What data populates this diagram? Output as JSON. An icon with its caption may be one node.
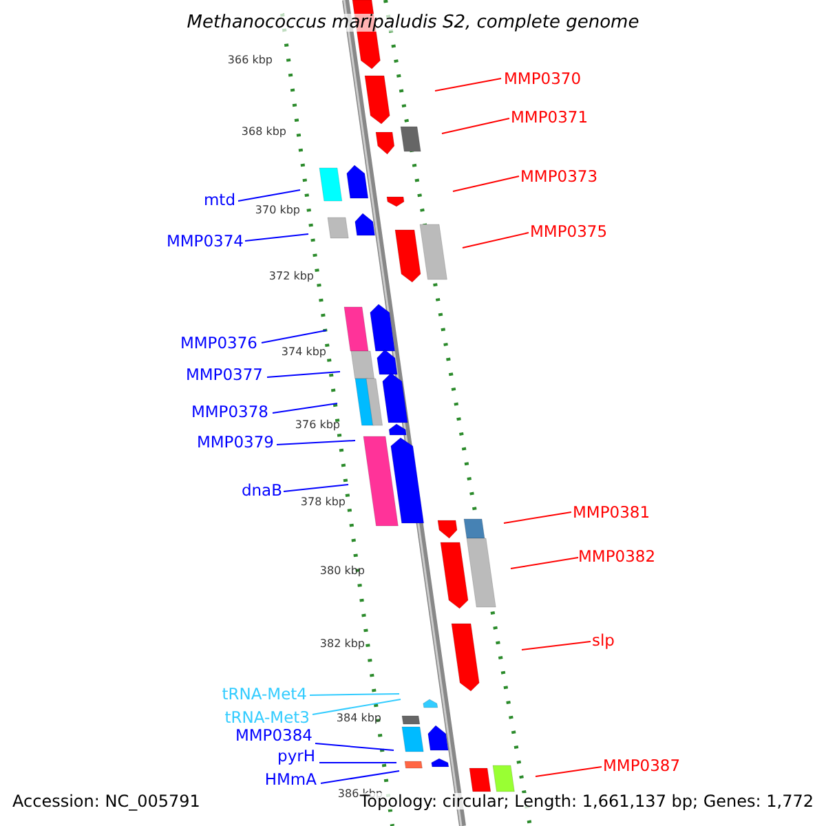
{
  "diagram": {
    "title": "Methanococcus maripaludis S2, complete genome",
    "nodes": [
      {
        "text": [
          "MMP0370"
        ]
      },
      {
        "text": [
          "MMP0371"
        ]
      },
      {
        "text": [
          "MMP0373"
        ]
      },
      {
        "text": [
          "MMP0375"
        ]
      },
      {
        "text": [
          "mtd"
        ]
      },
      {
        "text": [
          "MMP0374"
        ]
      },
      {
        "text": [
          "MMP0376"
        ]
      },
      {
        "text": [
          "MMP0377"
        ]
      },
      {
        "text": [
          "MMP0378"
        ]
      },
      {
        "text": [
          "MMP0379"
        ]
      },
      {
        "text": [
          "dnaB"
        ]
      },
      {
        "text": [
          "MMP0381"
        ]
      },
      {
        "text": [
          "MMP0382"
        ]
      },
      {
        "text": [
          "slp"
        ]
      },
      {
        "text": [
          "tRNA-Met4"
        ]
      },
      {
        "text": [
          "tRNA-Met3"
        ]
      },
      {
        "text": [
          "MMP0384"
        ]
      },
      {
        "text": [
          "pyrH"
        ]
      },
      {
        "text": [
          "HMmA"
        ]
      },
      {
        "text": [
          "MMP0387"
        ]
      }
    ],
    "edges": [
      {
        "from": 0,
        "to": null,
        "arrow": "none",
        "color": "#ff0000"
      },
      {
        "from": 1,
        "to": null,
        "arrow": "none",
        "color": "#ff0000"
      },
      {
        "from": 2,
        "to": null,
        "arrow": "none",
        "color": "#ff0000"
      },
      {
        "from": 3,
        "to": null,
        "arrow": "none",
        "color": "#ff0000"
      },
      {
        "from": 4,
        "to": null,
        "arrow": "none"
      },
      {
        "from": 5,
        "to": null,
        "arrow": "none"
      },
      {
        "from": 6,
        "to": null,
        "arrow": "none"
      },
      {
        "from": 7,
        "to": null,
        "arrow": "none"
      },
      {
        "from": 8,
        "to": null,
        "arrow": "none"
      },
      {
        "from": 9,
        "to": null,
        "arrow": "none"
      },
      {
        "from": 10,
        "to": null,
        "arrow": "none"
      },
      {
        "from": 11,
        "to": null,
        "arrow": "none",
        "color": "#ff0000"
      },
      {
        "from": 12,
        "to": null,
        "arrow": "none",
        "color": "#ff0000"
      },
      {
        "from": 13,
        "to": null,
        "arrow": "none",
        "color": "#ff0000"
      },
      {
        "from": 14,
        "to": null,
        "arrow": "none",
        "color": "#33ccff"
      },
      {
        "from": 15,
        "to": null,
        "arrow": "none",
        "color": "#33ccff"
      },
      {
        "from": 16,
        "to": null,
        "arrow": "none"
      },
      {
        "from": 17,
        "to": null,
        "arrow": "none"
      },
      {
        "from": 18,
        "to": null,
        "arrow": "none"
      },
      {
        "from": 19,
        "to": null,
        "arrow": "none",
        "color": "#ff0000"
      }
    ],
    "labels": [
      "366 kbp",
      "368 kbp",
      "370 kbp",
      "372 kbp",
      "374 kbp",
      "376 kbp",
      "378 kbp",
      "380 kbp",
      "382 kbp",
      "384 kbp",
      "386 kbp",
      "Accession: NC_005791",
      "Topology: circular; Length: 1,661,137 bp; Genes: 1,772"
    ]
  }
}
